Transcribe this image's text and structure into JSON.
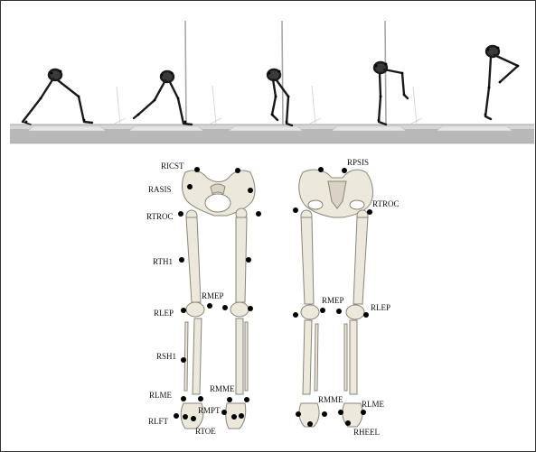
{
  "figure": {
    "colors": {
      "marker": "#000000",
      "bone": "#ece8dc",
      "bone_outline": "#8a8578",
      "floor": "#b5b5b5",
      "force_plate": "#d9d9d9"
    },
    "motion_strip": {
      "frames": [
        {
          "name": "frame-1",
          "icon": "running-skeleton-icon"
        },
        {
          "name": "frame-2",
          "icon": "running-skeleton-icon"
        },
        {
          "name": "frame-3",
          "icon": "running-skeleton-icon"
        },
        {
          "name": "frame-4",
          "icon": "running-skeleton-icon"
        },
        {
          "name": "frame-5",
          "icon": "running-skeleton-icon"
        }
      ]
    },
    "anterior_view": {
      "icon": "pelvis-legs-anterior-icon",
      "labels": {
        "ricst": "RICST",
        "rasis": "RASIS",
        "rtroc": "RTROC",
        "rth1": "RTH1",
        "rmep": "RMEP",
        "rlep": "RLEP",
        "rsh1": "RSH1",
        "rmme": "RMME",
        "rlme": "RLME",
        "rmpt": "RMPT",
        "rlft": "RLFT",
        "rtoe": "RTOE"
      }
    },
    "posterior_view": {
      "icon": "pelvis-legs-posterior-icon",
      "labels": {
        "rpsis": "RPSIS",
        "rtroc": "RTROC",
        "rmep": "RMEP",
        "rlep": "RLEP",
        "rmme": "RMME",
        "rlme": "RLME",
        "rheel": "RHEEL"
      }
    }
  }
}
